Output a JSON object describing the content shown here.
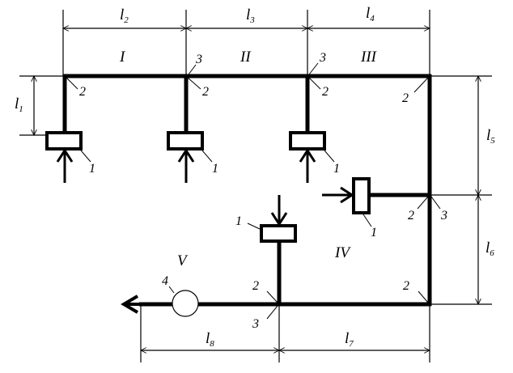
{
  "dimensions": {
    "l1": {
      "letter": "l",
      "index": "1"
    },
    "l2": {
      "letter": "l",
      "index": "2"
    },
    "l3": {
      "letter": "l",
      "index": "3"
    },
    "l4": {
      "letter": "l",
      "index": "4"
    },
    "l5": {
      "letter": "l",
      "index": "5"
    },
    "l6": {
      "letter": "l",
      "index": "6"
    },
    "l7": {
      "letter": "l",
      "index": "7"
    },
    "l8": {
      "letter": "l",
      "index": "8"
    }
  },
  "sections": {
    "s1": "I",
    "s2": "II",
    "s3": "III",
    "s4": "IV",
    "s5": "V"
  },
  "node_labels": {
    "one": "1",
    "two": "2",
    "three": "3",
    "four": "4"
  }
}
